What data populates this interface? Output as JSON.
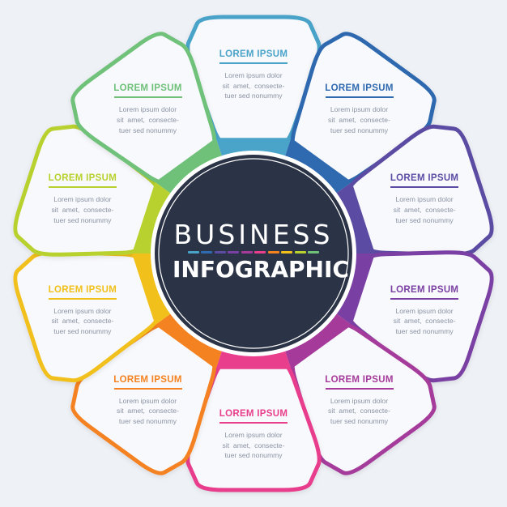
{
  "center": {
    "title_line1": "BUSINESS",
    "title_line2": "INFOGRAPHIC",
    "background": "#2b3346"
  },
  "petals": [
    {
      "title": "LOREM IPSUM",
      "body": [
        "Lorem ipsum dolor",
        "sit  amet,  consecte-",
        "tuer sed nonummy"
      ],
      "color": "#4aa3c9"
    },
    {
      "title": "LOREM IPSUM",
      "body": [
        "Lorem ipsum dolor",
        "sit  amet,  consecte-",
        "tuer sed nonummy"
      ],
      "color": "#2f69b0"
    },
    {
      "title": "LOREM IPSUM",
      "body": [
        "Lorem ipsum dolor",
        "sit  amet,  consecte-",
        "tuer sed nonummy"
      ],
      "color": "#5b4ba3"
    },
    {
      "title": "LOREM IPSUM",
      "body": [
        "Lorem ipsum dolor",
        "sit  amet,  consecte-",
        "tuer sed nonummy"
      ],
      "color": "#7a3fa3"
    },
    {
      "title": "LOREM IPSUM",
      "body": [
        "Lorem ipsum dolor",
        "sit  amet,  consecte-",
        "tuer sed nonummy"
      ],
      "color": "#a53a9a"
    },
    {
      "title": "LOREM IPSUM",
      "body": [
        "Lorem ipsum dolor",
        "sit  amet,  consecte-",
        "tuer sed nonummy"
      ],
      "color": "#e83e8c"
    },
    {
      "title": "LOREM IPSUM",
      "body": [
        "Lorem ipsum dolor",
        "sit  amet,  consecte-",
        "tuer sed nonummy"
      ],
      "color": "#f58220"
    },
    {
      "title": "LOREM IPSUM",
      "body": [
        "Lorem ipsum dolor",
        "sit  amet,  consecte-",
        "tuer sed nonummy"
      ],
      "color": "#f2c01a"
    },
    {
      "title": "LOREM IPSUM",
      "body": [
        "Lorem ipsum dolor",
        "sit  amet,  consecte-",
        "tuer sed nonummy"
      ],
      "color": "#b9d12e"
    },
    {
      "title": "LOREM IPSUM",
      "body": [
        "Lorem ipsum dolor",
        "sit  amet,  consecte-",
        "tuer sed nonummy"
      ],
      "color": "#6fc17a"
    }
  ],
  "colors": {
    "background": "#eef1f6",
    "card_fill": "#f8f9fc",
    "body_text": "#8a93a3"
  }
}
